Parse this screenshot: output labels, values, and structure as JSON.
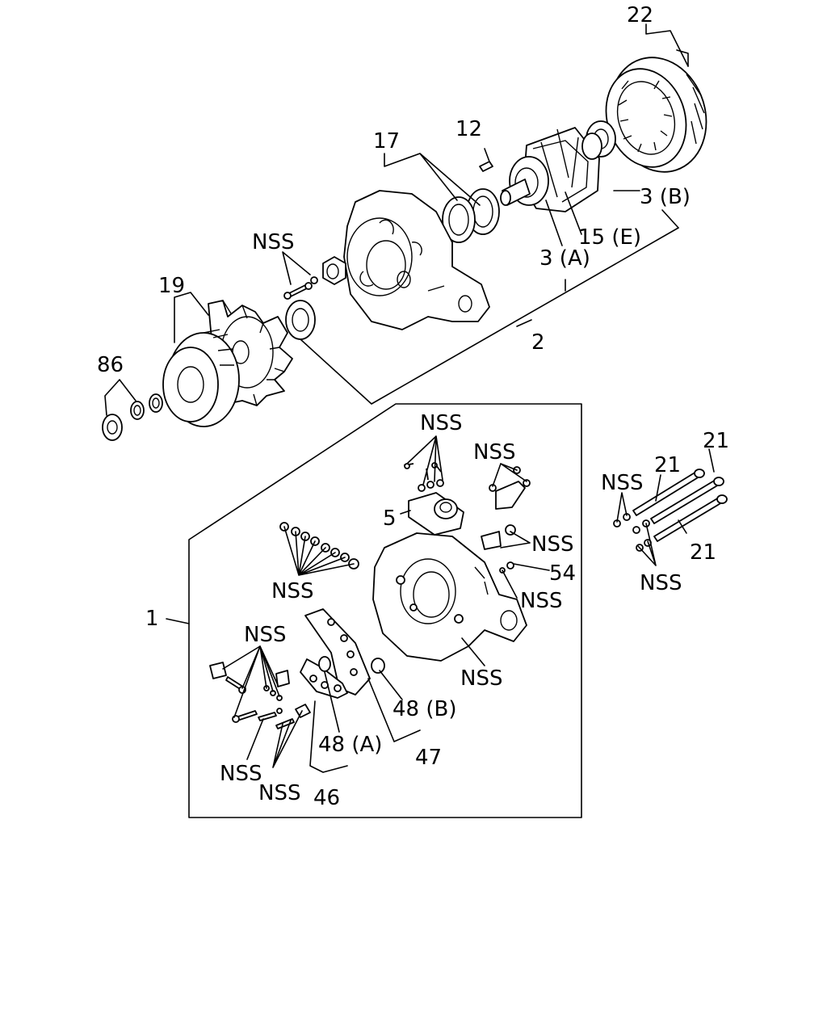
{
  "labels": {
    "l22": "22",
    "l12": "12",
    "l17": "17",
    "l3b": "3 (B)",
    "l15e": "15 (E)",
    "l3a": "3 (A)",
    "l2": "2",
    "l19": "19",
    "l86": "86",
    "nss_top": "NSS",
    "nss_b1": "NSS",
    "nss_b2": "NSS",
    "l5": "5",
    "nss_b3": "NSS",
    "l54": "54",
    "nss_b4": "NSS",
    "nss_b5": "NSS",
    "nss_b6": "NSS",
    "nss_b7": "NSS",
    "nss_b8": "NSS",
    "nss_b9": "NSS",
    "l1": "1",
    "l48b": "48 (B)",
    "l48a": "48 (A)",
    "l47": "47",
    "l46": "46",
    "l21a": "21",
    "l21b": "21",
    "l21c": "21",
    "nss_r1": "NSS",
    "nss_r2": "NSS"
  }
}
